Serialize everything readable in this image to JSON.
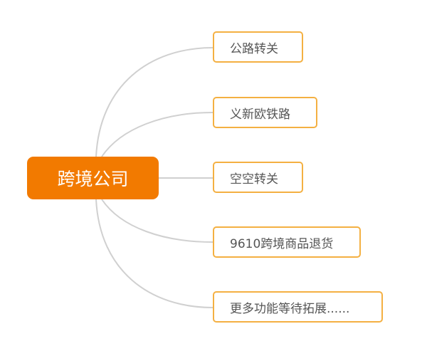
{
  "root": {
    "label": "跨境公司"
  },
  "children": [
    {
      "label": "公路转关"
    },
    {
      "label": "义新欧铁路"
    },
    {
      "label": "空空转关"
    },
    {
      "label": "9610跨境商品退货"
    },
    {
      "label": "更多功能等待拓展......"
    }
  ],
  "colors": {
    "root": "#f27a00",
    "node_border": "#f4b042",
    "link": "#d0d0d0"
  }
}
